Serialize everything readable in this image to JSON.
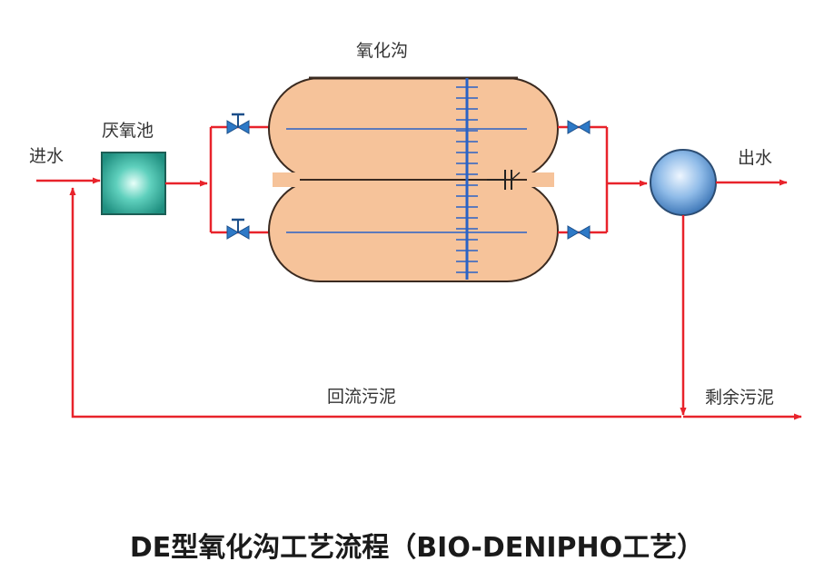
{
  "labels": {
    "oxidation_ditch": "氧化沟",
    "anaerobic_tank": "厌氧池",
    "influent": "进水",
    "effluent": "出水",
    "return_sludge": "回流污泥",
    "excess_sludge": "剩余污泥"
  },
  "caption": "DE型氧化沟工艺流程（BIO-DENIPHO工艺）",
  "colors": {
    "pipe": "#e8232b",
    "ditch_fill": "#f6c39a",
    "ditch_edge": "#3a2a20",
    "aerator": "#2a63c6",
    "valve": "#2d79c7",
    "tank_fill": "#35b8a4",
    "clarifier_fill": "#7fb0e2"
  },
  "icons": {
    "valve": "butterfly-valve-icon",
    "connector": "gate-connector-icon"
  }
}
